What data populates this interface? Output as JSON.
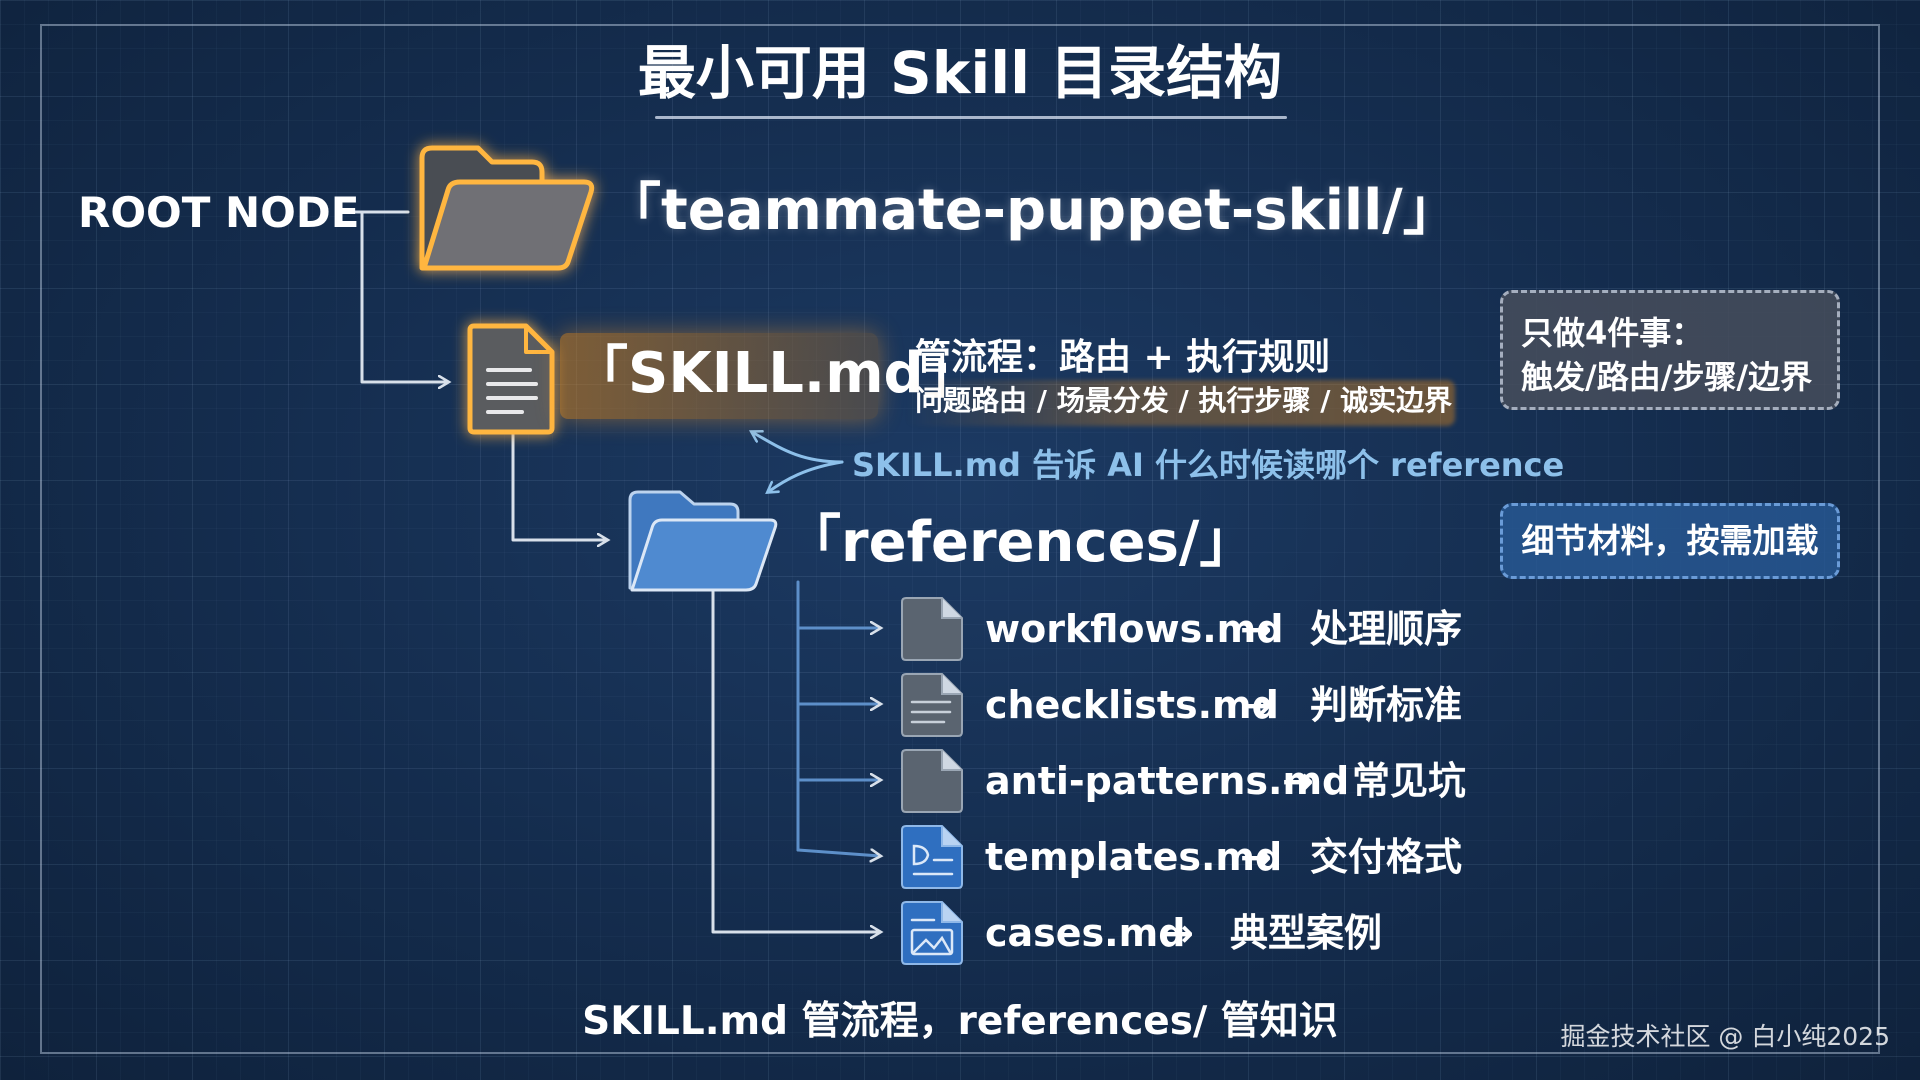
{
  "title": "最小可用 Skill 目录结构",
  "root": {
    "label": "ROOT NODE",
    "name": "「teammate-puppet-skill/」"
  },
  "skill_file": {
    "name": "「SKILL.md」",
    "role": "管流程：路由 + 执行规则",
    "detail": "问题路由 / 场景分发 / 执行步骤 / 诚实边界",
    "note": "SKILL.md 告诉 AI 什么时候读哪个 reference"
  },
  "references_folder": {
    "name": "「references/」"
  },
  "reference_files": [
    {
      "name": "workflows.md",
      "arrow": "→",
      "meaning": "处理顺序",
      "icon": "blank-document-icon"
    },
    {
      "name": "checklists.md",
      "arrow": "→",
      "meaning": "判断标准",
      "icon": "text-document-icon"
    },
    {
      "name": "anti-patterns.md",
      "arrow": "→",
      "meaning": "常见坑",
      "icon": "blank-document-icon"
    },
    {
      "name": "templates.md",
      "arrow": "→",
      "meaning": "交付格式",
      "icon": "template-document-icon"
    },
    {
      "name": "cases.md",
      "arrow": "→",
      "meaning": "典型案例",
      "icon": "image-document-icon"
    }
  ],
  "side_notes": {
    "four_things": [
      "只做4件事：",
      "触发/路由/步骤/边界"
    ],
    "details": "细节材料，按需加载"
  },
  "footer": "SKILL.md 管流程，references/ 管知识",
  "watermark": "掘金技术社区 @ 白小纯2025",
  "colors": {
    "background": "#13294a",
    "root_glow": "#f0a030",
    "skill_highlight": "#d2821e",
    "references_blue": "#3f78bf",
    "note_blue": "#8dc0ea",
    "arrow": "#d8e0ea"
  }
}
